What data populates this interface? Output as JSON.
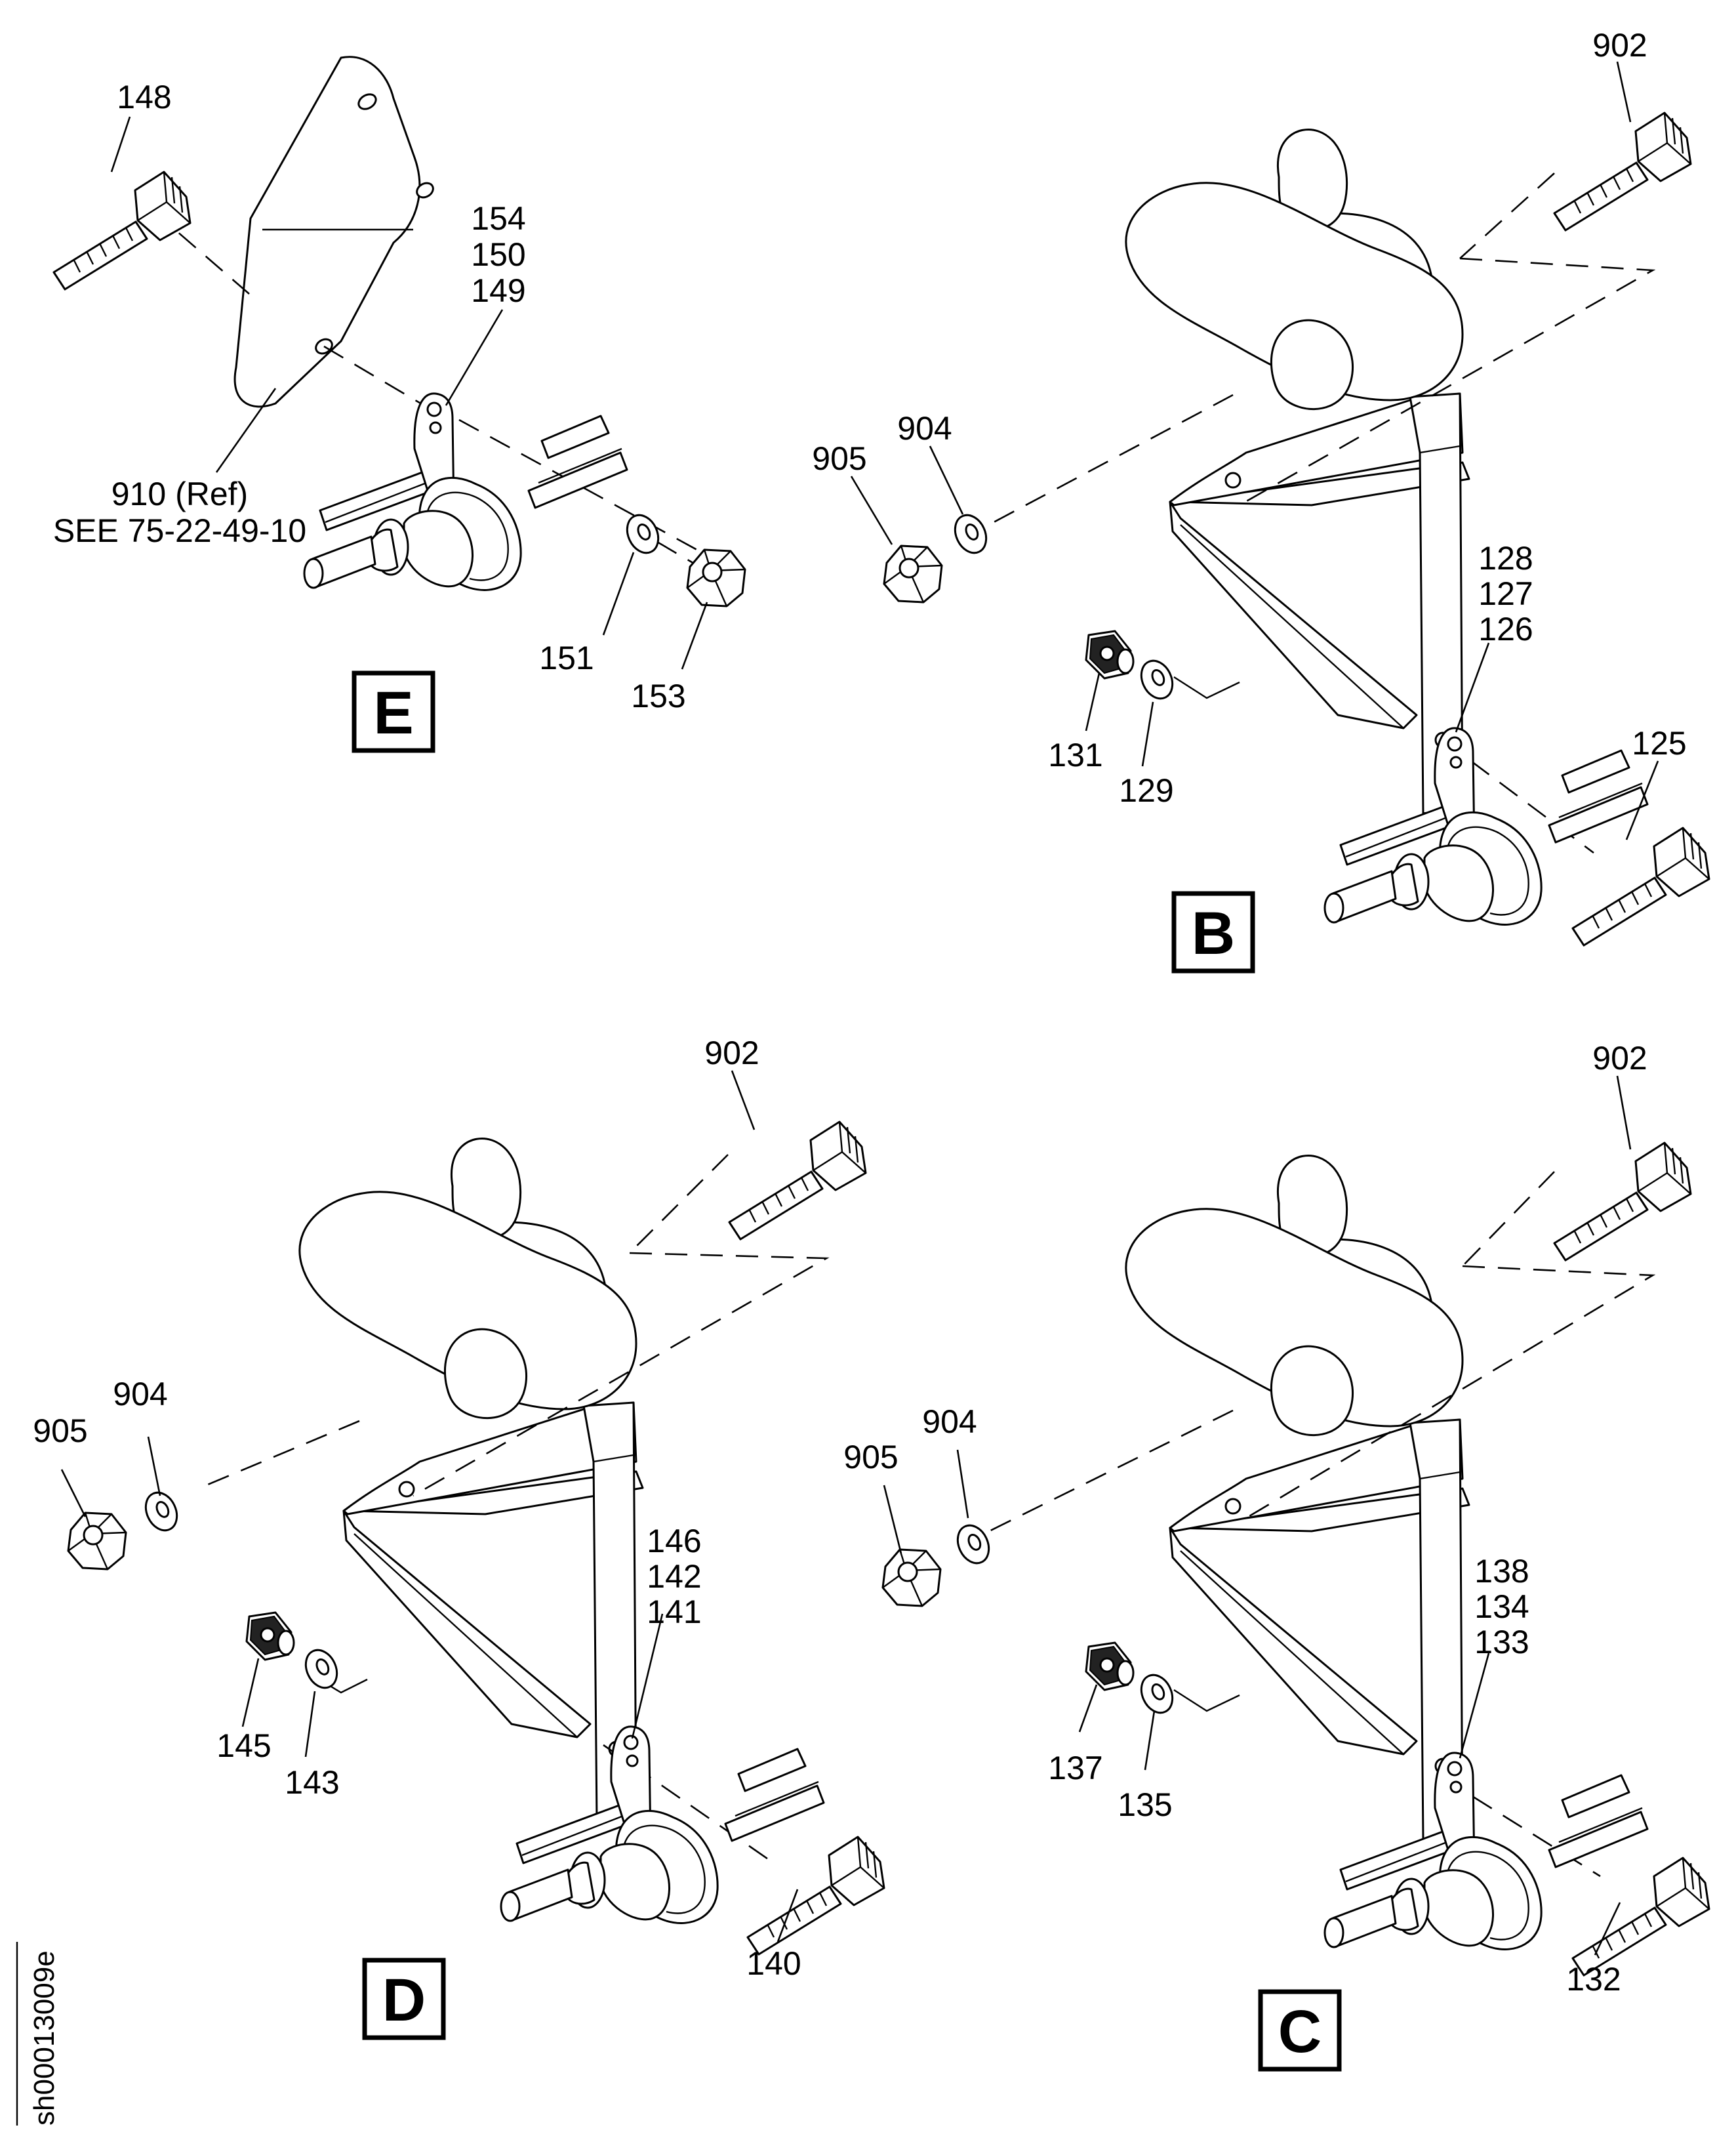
{
  "views": {
    "E": {
      "letter": "E",
      "labels": {
        "bolt": "148",
        "stack": [
          "154",
          "150",
          "149"
        ],
        "ref1": "910 (Ref)",
        "ref2": "SEE 75-22-49-10",
        "washer": "151",
        "nut": "153"
      }
    },
    "B": {
      "letter": "B",
      "labels": {
        "bolt_top": "902",
        "nut_left": "905",
        "washer_left": "904",
        "stack": [
          "128",
          "127",
          "126"
        ],
        "nut_low": "131",
        "washer_low": "129",
        "bolt_clamp": "125"
      }
    },
    "D": {
      "letter": "D",
      "labels": {
        "bolt_top": "902",
        "nut_left": "905",
        "washer_left": "904",
        "stack": [
          "146",
          "142",
          "141"
        ],
        "nut_low": "145",
        "washer_low": "143",
        "bolt_clamp": "140"
      }
    },
    "C": {
      "letter": "C",
      "labels": {
        "bolt_top": "902",
        "nut_left": "905",
        "washer_left": "904",
        "stack": [
          "138",
          "134",
          "133"
        ],
        "nut_low": "137",
        "washer_low": "135",
        "bolt_clamp": "132"
      }
    }
  },
  "figure_id": "sh00013009e"
}
